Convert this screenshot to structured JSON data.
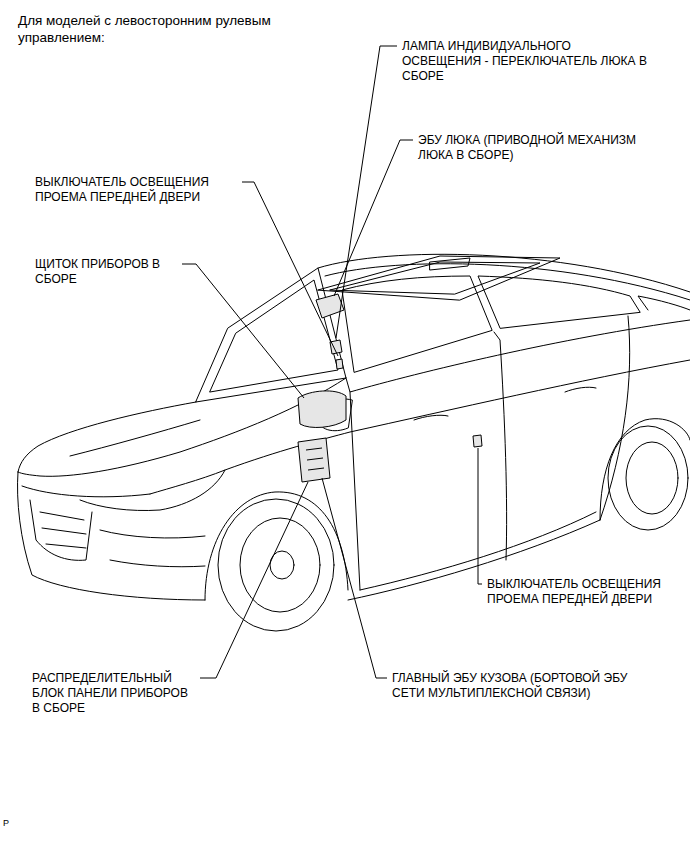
{
  "diagram": {
    "title": "Для моделей с левосторонним рулевым управлением:",
    "labels": [
      "ЛАМПА ИНДИВИДУАЛЬНОГО ОСВЕЩЕНИЯ - ПЕРЕКЛЮЧАТЕЛЬ ЛЮКА В СБОРЕ",
      "ЭБУ ЛЮКА (ПРИВОДНОЙ МЕХАНИЗМ ЛЮКА В СБОРЕ)",
      "ВЫКЛЮЧАТЕЛЬ ОСВЕЩЕНИЯ ПРОЕМА ПЕРЕДНЕЙ ДВЕРИ",
      "ЩИТОК ПРИБОРОВ В СБОРЕ",
      "ВЫКЛЮЧАТЕЛЬ ОСВЕЩЕНИЯ ПРОЕМА ПЕРЕДНЕЙ ДВЕРИ",
      "РАСПРЕДЕЛИТЕЛЬНЫЙ БЛОК ПАНЕЛИ ПРИБОРОВ В СБОРЕ",
      "ГЛАВНЫЙ ЭБУ КУЗОВА (БОРТОВОЙ ЭБУ СЕТИ МУЛЬТИПЛЕКСНОЙ СВЯЗИ)",
      "P"
    ]
  }
}
